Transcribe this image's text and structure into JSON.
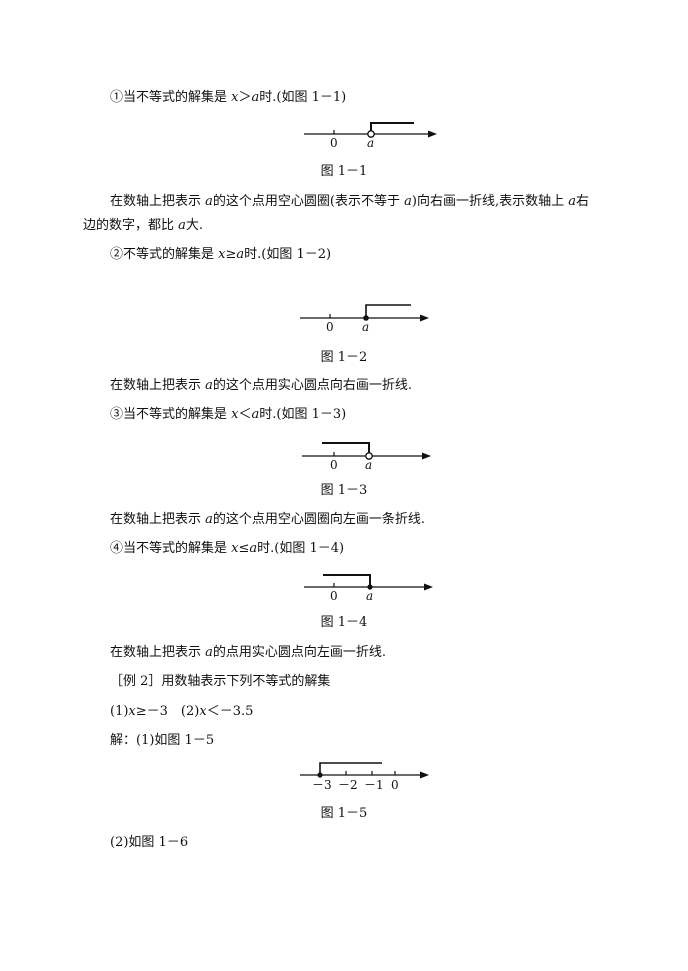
{
  "item1": {
    "pre": "①当不等式的解集是 ",
    "x": "x",
    "rel": "＞",
    "a": "a",
    "post": "时.(如图 1－1)"
  },
  "fig1": {
    "caption": "图 1－1",
    "label0": "0",
    "labelA": "a"
  },
  "p1": {
    "line1_a": "在数轴上把表示 ",
    "a": "a",
    "line1_b": "的这个点用空心圆圈(表示不等于 ",
    "a2": "a",
    "line1_c": ")向右画一折线,表示数轴上 ",
    "a3": "a",
    "line1_d": "右",
    "line2_a": "边的数字，都比 ",
    "a4": "a",
    "line2_b": "大."
  },
  "item2": {
    "pre": "②不等式的解集是 ",
    "x": "x",
    "rel": "≥",
    "a": "a",
    "post": "时.(如图 1－2)"
  },
  "fig2": {
    "caption": "图 1－2",
    "label0": "0",
    "labelA": "a"
  },
  "p2": {
    "pre": "在数轴上把表示 ",
    "a": "a",
    "post": "的这个点用实心圆点向右画一折线."
  },
  "item3": {
    "pre": "③当不等式的解集是 ",
    "x": "x",
    "rel": "＜",
    "a": "a",
    "post": "时.(如图 1－3)"
  },
  "fig3": {
    "caption": "图 1－3",
    "label0": "0",
    "labelA": "a"
  },
  "p3": {
    "pre": "在数轴上把表示 ",
    "a": "a",
    "post": "的这个点用空心圆圈向左画一条折线."
  },
  "item4": {
    "pre": "④当不等式的解集是 ",
    "x": "x",
    "rel": "≤",
    "a": "a",
    "post": "时.(如图 1－4)"
  },
  "fig4": {
    "caption": "图 1－4",
    "label0": "0",
    "labelA": "a"
  },
  "p4": {
    "pre": "在数轴上把表示 ",
    "a": "a",
    "post": "的点用实心圆点向左画一折线."
  },
  "example2": {
    "text": "［例 2］用数轴表示下列不等式的解集"
  },
  "example2_items": {
    "i1_pre": "(1)",
    "i1_x": "x",
    "i1_rest": "≥－3　(2)",
    "i2_x": "x",
    "i2_rest": "＜－3.5"
  },
  "solution": {
    "text": "解：(1)如图 1－5"
  },
  "fig5": {
    "caption": "图 1－5",
    "labels": [
      "－3",
      "－2",
      "－1",
      "0"
    ]
  },
  "sol2": {
    "text": "(2)如图 1－6"
  }
}
